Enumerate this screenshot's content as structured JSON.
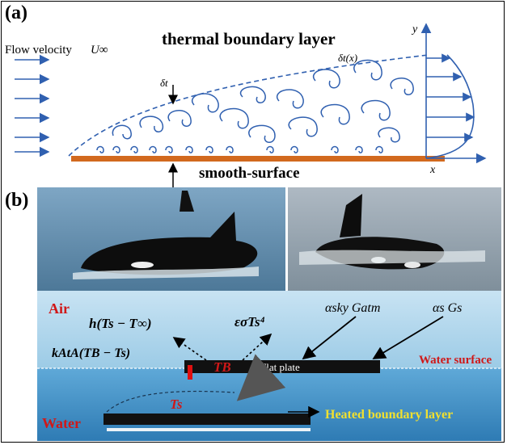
{
  "panel_a": {
    "label": "(a)",
    "title": "thermal boundary layer",
    "flow_label": "Flow velocity",
    "flow_symbol": "U∞",
    "delta_label": "δt",
    "delta_x_label": "δt(x)",
    "surface_label": "smooth-surface",
    "y_axis": "y",
    "x_axis": "x"
  },
  "panel_b": {
    "label": "(b)",
    "air_label": "Air",
    "water_label": "Water",
    "convection_term": "h(Ts − T∞)",
    "radiation_term": "εσTs⁴",
    "sky_term": "αsky Gatm",
    "solar_term": "αs Gs",
    "conduction_term": "kAtA(TB − Ts)",
    "tb_label": "TB",
    "ts_label": "Ts",
    "plate_label": "Flat plate",
    "water_surface_label": "Water surface",
    "heated_layer_label": "Heated boundary layer"
  },
  "colors": {
    "flow_blue": "#3060b0",
    "plate_orange": "#d2691e",
    "red_text": "#d01818",
    "yellow_text": "#f0e030",
    "sky_blue": "#9ccbe6",
    "water_blue": "#3c8fc6"
  }
}
